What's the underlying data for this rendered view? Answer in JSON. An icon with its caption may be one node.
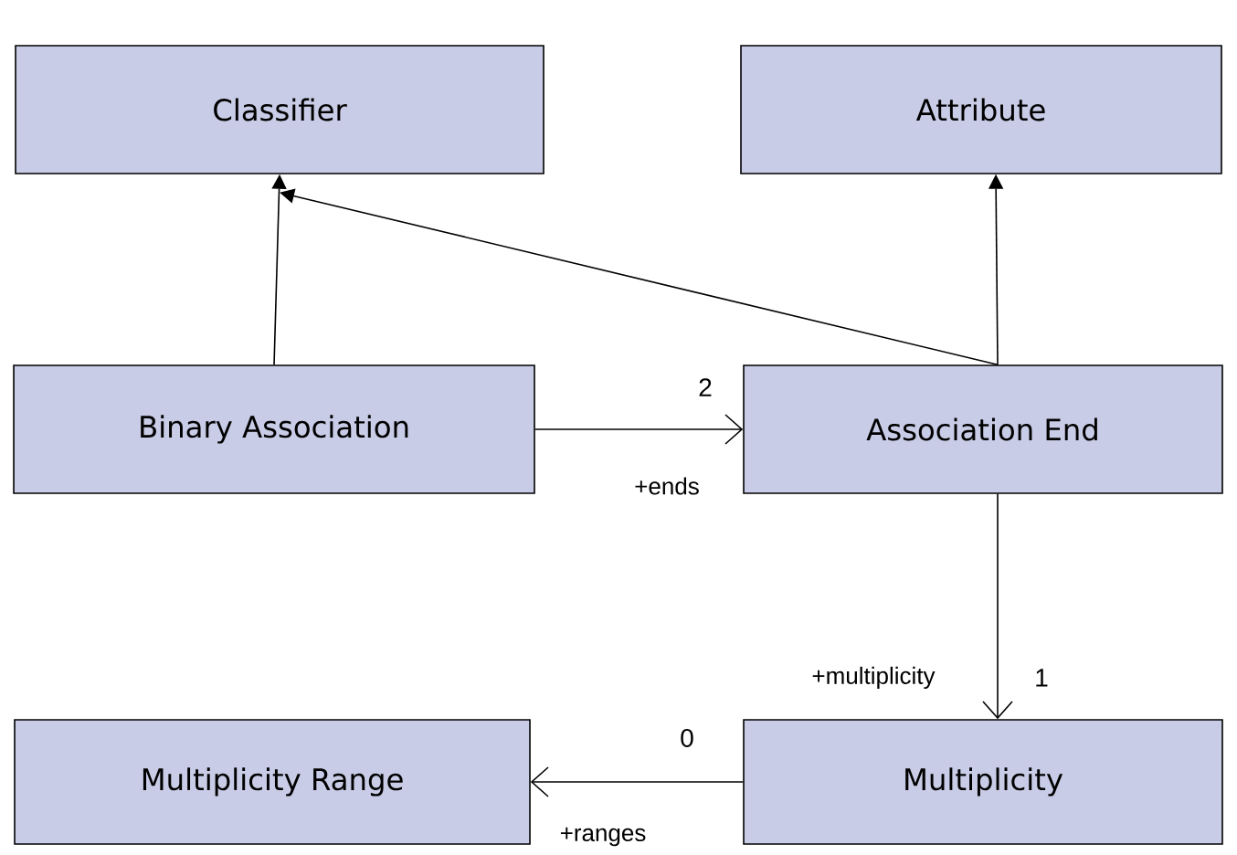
{
  "diagram": {
    "nodes": [
      {
        "text": [
          "Classifier"
        ]
      },
      {
        "text": [
          "Attribute"
        ]
      },
      {
        "text": [
          "Binary Association"
        ]
      },
      {
        "text": [
          "Association End"
        ]
      },
      {
        "text": [
          "Multiplicity Range"
        ]
      },
      {
        "text": [
          "Multiplicity"
        ]
      }
    ],
    "edges": [
      {
        "from": 2,
        "to": 0,
        "arrow": "to"
      },
      {
        "from": 3,
        "to": 0,
        "arrow": "to"
      },
      {
        "from": 3,
        "to": 1,
        "arrow": "to"
      },
      {
        "from": 2,
        "to": 3,
        "arrow": "to",
        "label": "+ends"
      },
      {
        "from": 3,
        "to": 5,
        "arrow": "to",
        "label": "+multiplicity"
      },
      {
        "from": 5,
        "to": 4,
        "arrow": "to",
        "label": "+ranges"
      }
    ],
    "labels": [
      "2",
      "1",
      "0"
    ]
  }
}
